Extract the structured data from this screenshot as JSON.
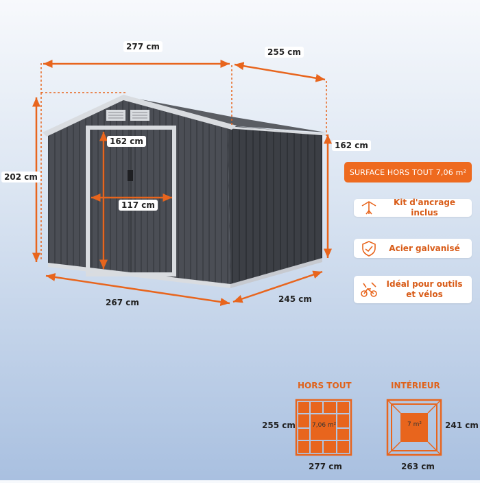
{
  "dimensions": {
    "top_width": "277 cm",
    "top_depth": "255 cm",
    "side_height": "162 cm",
    "total_height": "202 cm",
    "door_height": "162 cm",
    "door_width": "117 cm",
    "base_width": "267 cm",
    "base_depth": "245 cm"
  },
  "badge": {
    "surface": "SURFACE HORS TOUT 7,06 m²"
  },
  "features": [
    {
      "icon": "anchor-kit-icon",
      "label": "Kit d'ancrage inclus"
    },
    {
      "icon": "galvanized-shield-icon",
      "label": "Acier galvanisé"
    },
    {
      "icon": "tools-bike-icon",
      "label": "Idéal pour outils et vélos"
    }
  ],
  "plans": {
    "outer": {
      "title": "HORS TOUT",
      "depth": "255 cm",
      "width": "277 cm",
      "area": "7,06 m²"
    },
    "inner": {
      "title": "INTÉRIEUR",
      "depth": "241 cm",
      "width": "263 cm",
      "area": "7 m²"
    }
  },
  "colors": {
    "accent": "#ee6a1f",
    "shed_front": "#4a4d54",
    "shed_side": "#3b3e44",
    "shed_roof": "#55585e",
    "trim": "#d9dce0"
  }
}
